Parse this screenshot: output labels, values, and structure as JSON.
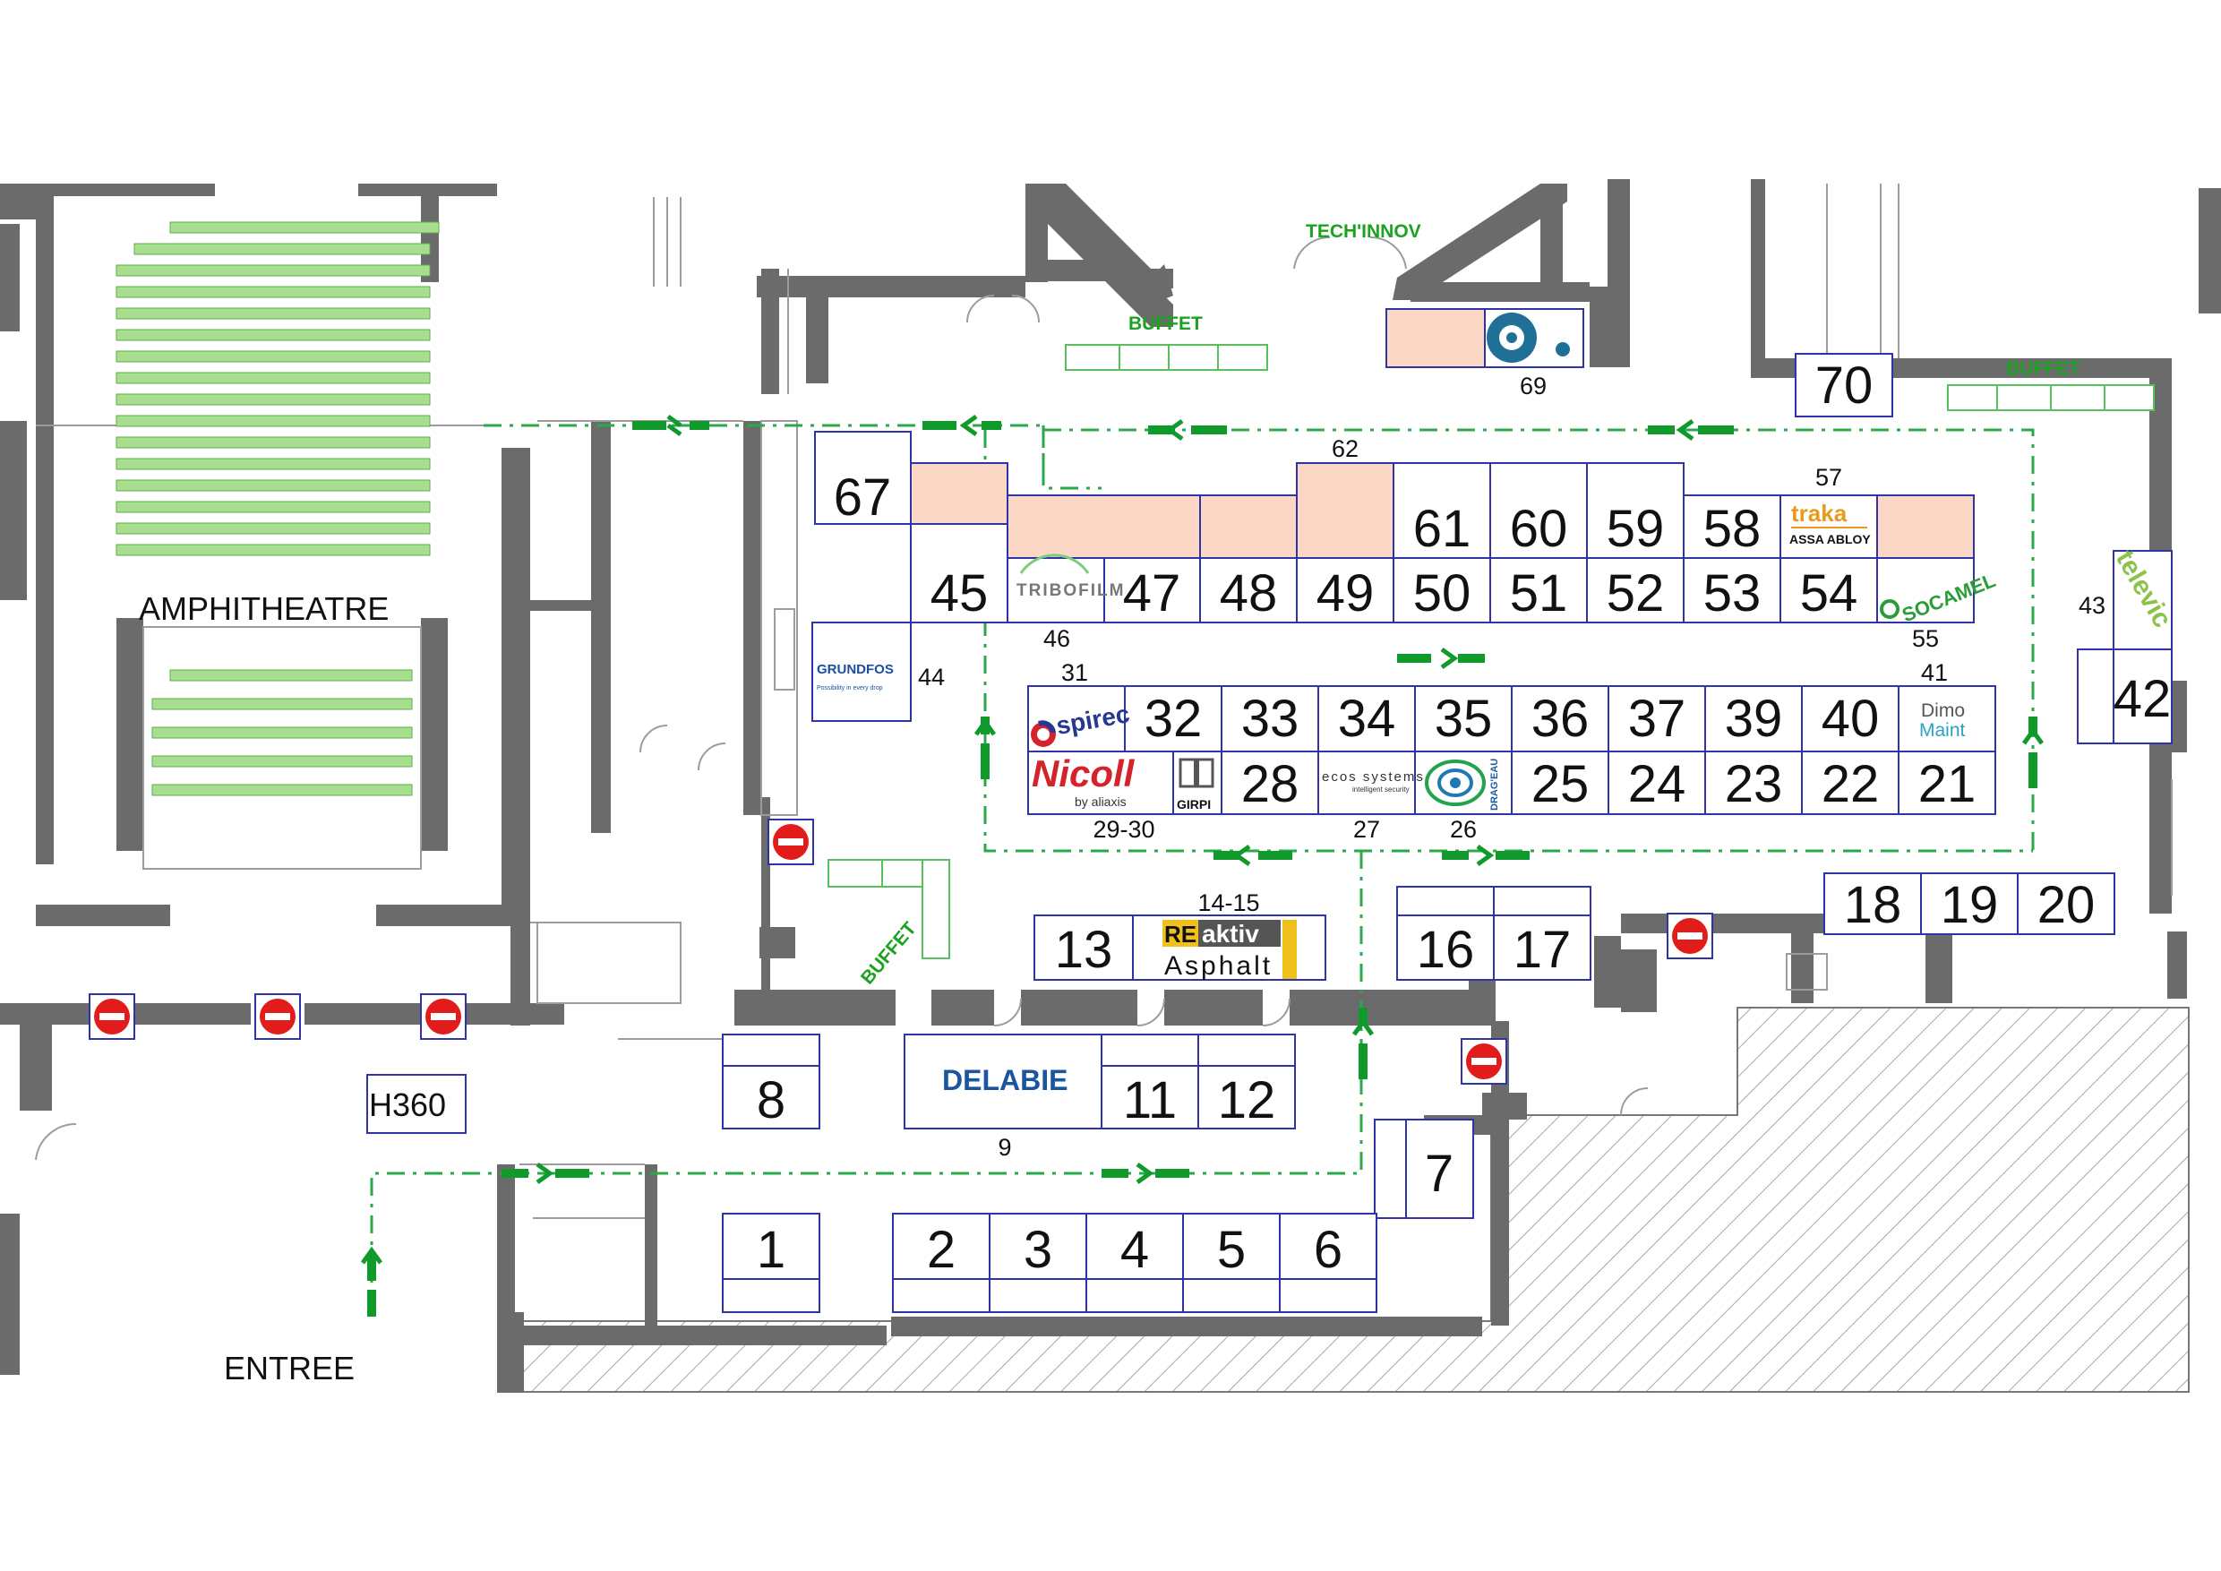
{
  "labels": {
    "amphitheatre": "AMPHITHEATRE",
    "entree": "ENTREE",
    "techinnov": "TECH'INNOV",
    "buffet": "BUFFET",
    "h360": "H360"
  },
  "booths": {
    "b1": "1",
    "b2": "2",
    "b3": "3",
    "b4": "4",
    "b5": "5",
    "b6": "6",
    "b7": "7",
    "b8": "8",
    "b11": "11",
    "b12": "12",
    "b13": "13",
    "b16": "16",
    "b17": "17",
    "b18": "18",
    "b19": "19",
    "b20": "20",
    "b21": "21",
    "b22": "22",
    "b23": "23",
    "b24": "24",
    "b25": "25",
    "b28": "28",
    "b32": "32",
    "b33": "33",
    "b34": "34",
    "b35": "35",
    "b36": "36",
    "b37": "37",
    "b39": "39",
    "b40": "40",
    "b42": "42",
    "b45": "45",
    "b47": "47",
    "b48": "48",
    "b49": "49",
    "b50": "50",
    "b51": "51",
    "b52": "52",
    "b53": "53",
    "b54": "54",
    "b58": "58",
    "b59": "59",
    "b60": "60",
    "b61": "61",
    "b67": "67",
    "b70": "70"
  },
  "stand_labels": {
    "s9": "9",
    "s14_15": "14-15",
    "s26": "26",
    "s27": "27",
    "s29_30": "29-30",
    "s31": "31",
    "s41": "41",
    "s43": "43",
    "s44": "44",
    "s46": "46",
    "s55": "55",
    "s57": "57",
    "s62": "62",
    "s69": "69"
  },
  "logos": {
    "delabie": "DELABIE",
    "reaktiv_re": "RE",
    "reaktiv_aktiv": "aktiv",
    "reaktiv_asphalt": "Asphalt",
    "tribofilm": "TRIBOFILM",
    "grundfos": "GRUNDFOS",
    "grundfos_tag": "Possibility in every drop",
    "spirec": "spirec",
    "nicoll": "Nicoll",
    "nicoll_by": "by aliaxis",
    "girpi": "GIRPI",
    "ecos": "ecos systems",
    "ecos_tag": "intelligent security",
    "dragueau": "DRAG'EAU",
    "dimo": "Dimo",
    "maint": "Maint",
    "traka": "traka",
    "assa": "ASSA ABLOY",
    "socamel": "SOCAMEL",
    "televic": "televic"
  },
  "colors": {
    "booth_stroke": "#2f33a8",
    "pink": "#fbd7c5",
    "green": "#1aa320",
    "wall": "#6b6b6b",
    "noentry": "#e21b1b"
  }
}
